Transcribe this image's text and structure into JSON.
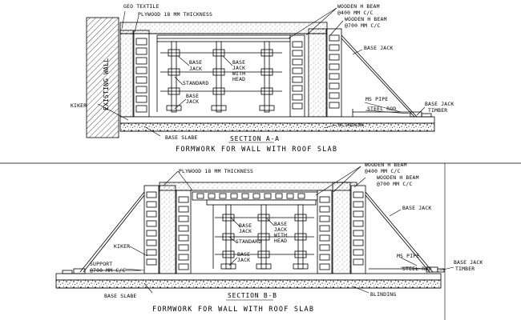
{
  "colors": {
    "line": "#000000",
    "background": "#ffffff"
  },
  "section_a": {
    "geo_textile": "GEO TEXTILE",
    "plywood": "PLYWOOD 18 MM THICKNESS",
    "wooden_h_beam_1": "WOODEN H BEAM",
    "spacing_400": "@400 MM C/C",
    "wooden_h_beam_2": "WOODEN H BEAM",
    "spacing_700": "@700 MM C/C",
    "base_jack_right": "BASE JACK",
    "existing_wall": "EXISTING WALL",
    "kiker": "KIKER",
    "base_jack_1": "BASE",
    "base_jack_2": "JACK",
    "base_jack_with_head_1": "BASE",
    "base_jack_with_head_2": "JACK",
    "base_jack_with_head_3": "WITH",
    "base_jack_with_head_4": "HEAD",
    "standard": "STANDARD",
    "base_jack_low_1": "BASE",
    "base_jack_low_2": "JACK",
    "ms_pipe": "MS PIPE",
    "steel_rod": "STEEL ROD",
    "base_jack_timber_1": "BASE JACK",
    "base_jack_timber_2": "TIMBER",
    "base_slabe": "BASE SLABE",
    "blinding": "BLINDING",
    "section_title": "SECTION A-A",
    "caption": "FORMWORK FOR WALL WITH ROOF SLAB"
  },
  "section_b": {
    "plywood": "PLYWOOD 18 MM THICKNESS",
    "wooden_h_beam_1": "WOODEN H BEAM",
    "spacing_400": "@400 MM C/C",
    "wooden_h_beam_2": "WOODEN H BEAM",
    "spacing_700": "@700 MM C/C",
    "base_jack_right": "BASE JACK",
    "kiker": "KIKER",
    "support_1": "SUPPORT",
    "support_2": "@700 MM C/C",
    "base_jack_1": "BASE",
    "base_jack_2": "JACK",
    "base_jack_with_head_1": "BASE",
    "base_jack_with_head_2": "JACK",
    "base_jack_with_head_3": "WITH",
    "base_jack_with_head_4": "HEAD",
    "standard": "STANDARD",
    "base_jack_low_1": "BASE",
    "base_jack_low_2": "JACK",
    "ms_pipe": "MS PIPE",
    "steel_rod": "STEEL ROD",
    "base_jack_timber_1": "BASE JACK",
    "base_jack_timber_2": "TIMBER",
    "base_slabe": "BASE SLABE",
    "blinding": "BLINDING",
    "section_title": "SECTION B-B",
    "caption": "FORMWORK FOR WALL WITH ROOF SLAB"
  }
}
